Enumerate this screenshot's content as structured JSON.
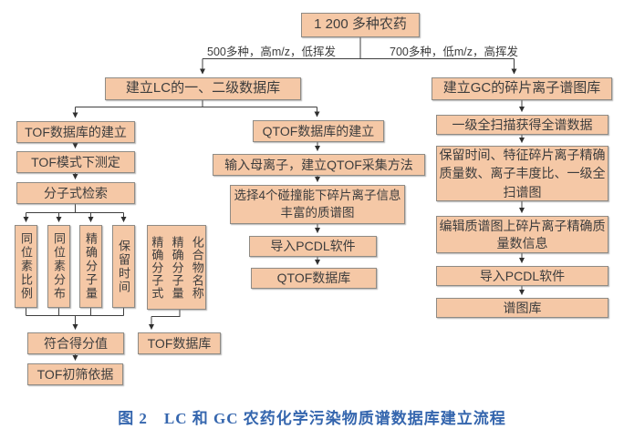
{
  "diagram": {
    "type": "flowchart",
    "caption": "图 2　LC 和 GC 农药化学污染物质谱数据库建立流程",
    "colors": {
      "box_fill": "#f5c8a6",
      "box_border": "#8f8b85",
      "connector": "#3f3f3f",
      "caption_blue": "#3566ae",
      "text": "#3d3d3d",
      "background": "#ffffff"
    },
    "nodes": {
      "root": "1 200 多种农药",
      "lc_header": "建立LC的一、二级数据库",
      "tof_step1": "TOF数据库的建立",
      "tof_step2": "TOF模式下测定",
      "tof_step3": "分子式检索",
      "attr1": "同位素比例",
      "attr2": "同位素分布",
      "attr3": "精确分子量",
      "attr4": "保留时间",
      "wide_col1": "精确分子式",
      "wide_col2": "精确分子量",
      "wide_col3": "化合物名称",
      "score": "符合得分值",
      "tof_screen": "TOF初筛依据",
      "tof_db": "TOF数据库",
      "qtof_header": "QTOF数据库的建立",
      "qtof_step1": "输入母离子，建立QTOF采集方法",
      "qtof_step2": "选择4个碰撞能下碎片离子信息丰富的质谱图",
      "qtof_step3": "导入PCDL软件",
      "qtof_db": "QTOF数据库",
      "gc_header": "建立GC的碎片离子谱图库",
      "gc_step1": "一级全扫描获得全谱数据",
      "gc_step2": "保留时间、特征碎片离子精确质量数、离子丰度比、一级全扫谱图",
      "gc_step3": "编辑质谱图上碎片离子精确质量数信息",
      "gc_step4": "导入PCDL软件",
      "gc_db": "谱图库"
    },
    "edges": {
      "lc_branch_label": "500多种，高m/z，低挥发",
      "gc_branch_label": "700多种，低m/z，高挥发"
    }
  }
}
